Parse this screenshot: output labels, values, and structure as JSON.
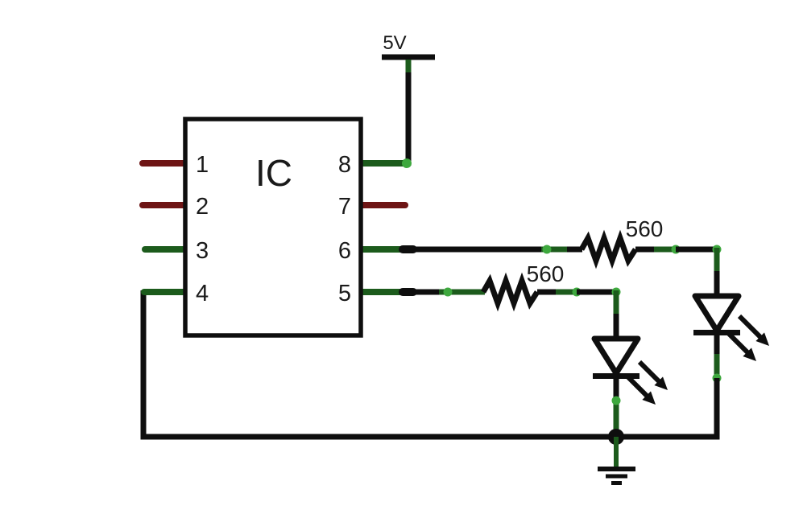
{
  "diagram_type": "circuit-schematic",
  "ic": {
    "label": "IC",
    "pins_left": [
      "1",
      "2",
      "3",
      "4"
    ],
    "pins_right": [
      "8",
      "7",
      "6",
      "5"
    ]
  },
  "power": {
    "label": "5V"
  },
  "resistors": {
    "r1_value": "560",
    "r2_value": "560"
  },
  "colors": {
    "background": "#ffffff",
    "wire": "#0e0e0e",
    "unrouted_red": "#6e1515",
    "net_green": "#1c5b1c",
    "node_green": "#3ea83e",
    "text": "#1a1a1a"
  }
}
